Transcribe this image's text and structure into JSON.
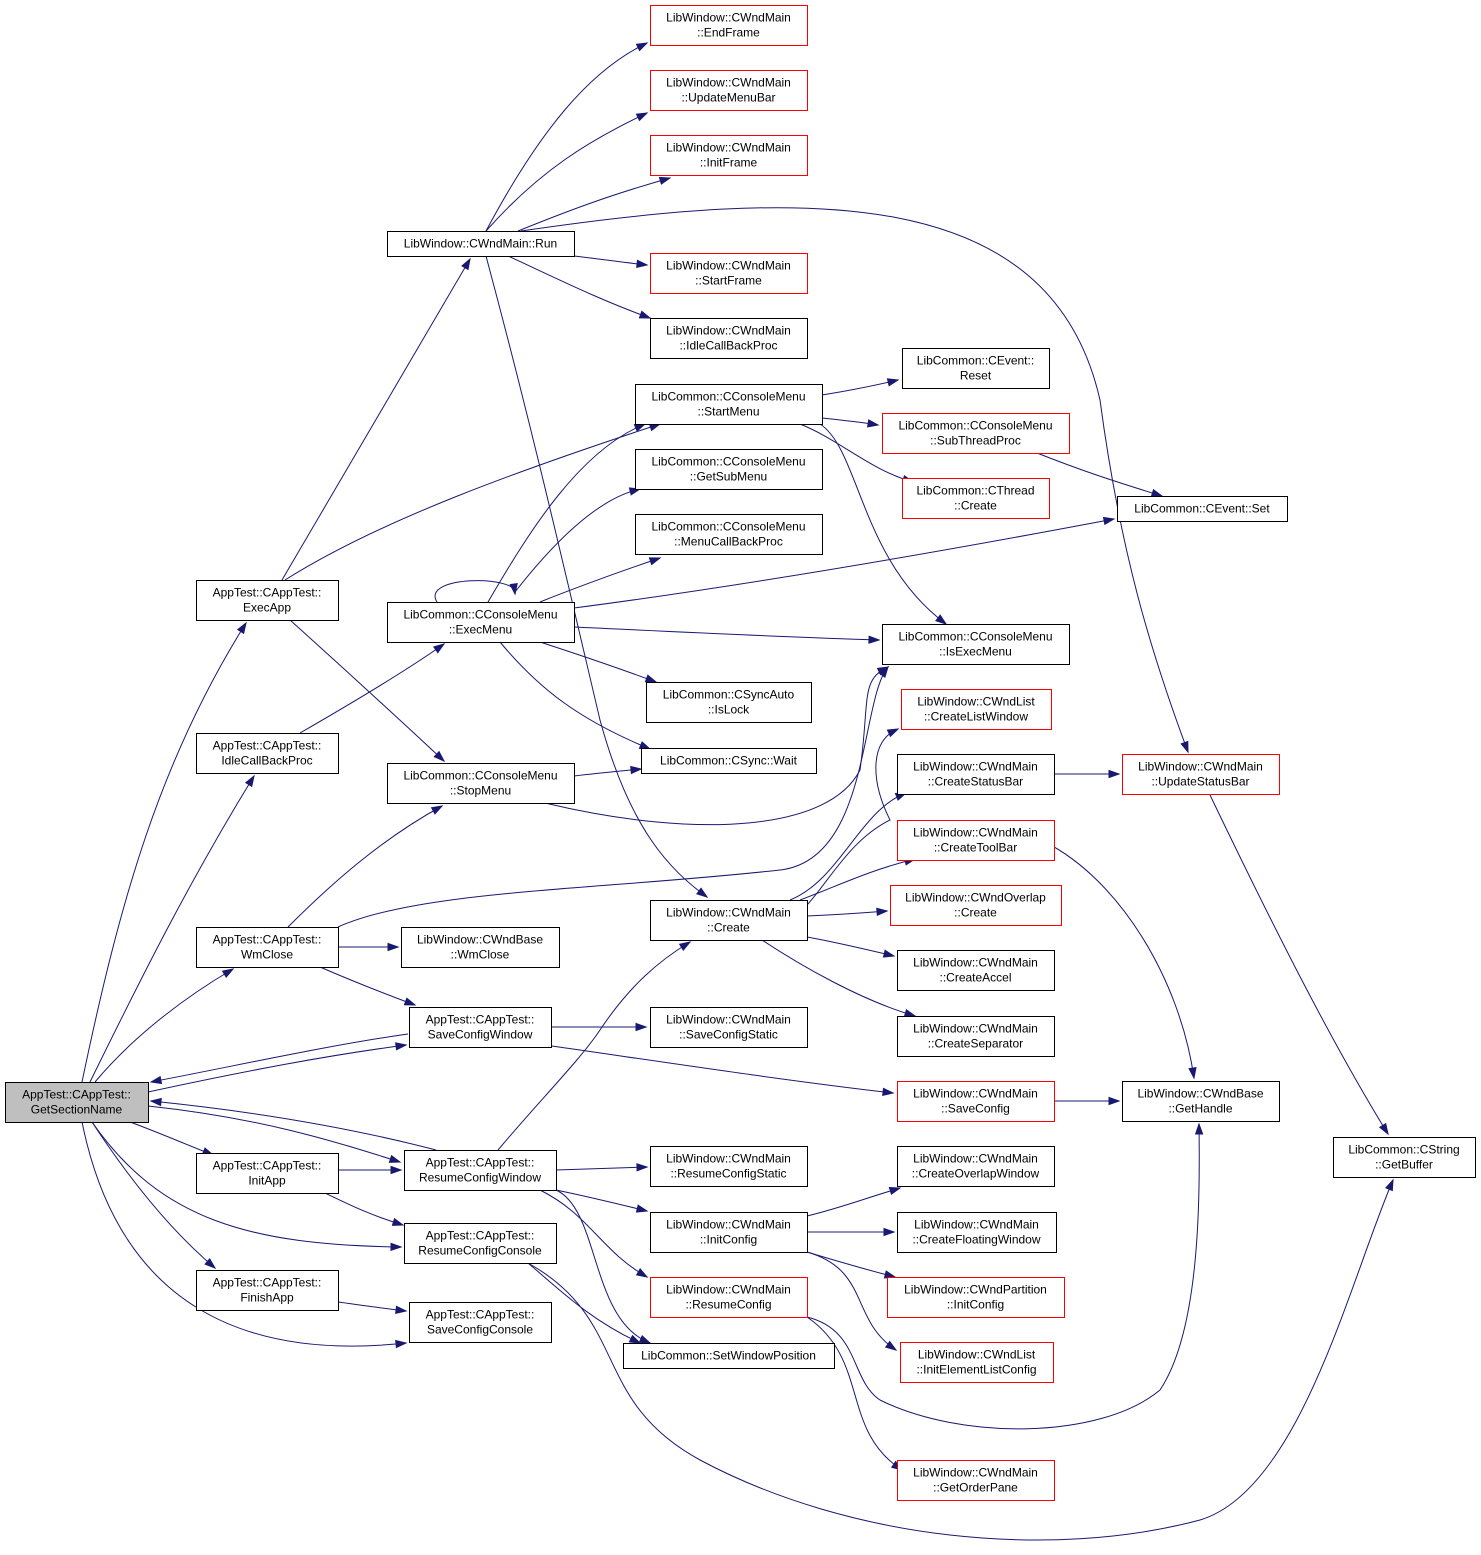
{
  "colors": {
    "edge": "#191970",
    "truncated_border": "#ff0000",
    "normal_border": "#000000",
    "root_fill": "#bfbfbf"
  },
  "nodes": [
    {
      "id": "getsectionname",
      "lines": [
        "AppTest::CAppTest::",
        "GetSectionName"
      ],
      "root": true
    },
    {
      "id": "execapp",
      "lines": [
        "AppTest::CAppTest::",
        "ExecApp"
      ]
    },
    {
      "id": "idlecallback_app",
      "lines": [
        "AppTest::CAppTest::",
        "IdleCallBackProc"
      ]
    },
    {
      "id": "wmclose_app",
      "lines": [
        "AppTest::CAppTest::",
        "WmClose"
      ]
    },
    {
      "id": "initapp",
      "lines": [
        "AppTest::CAppTest::",
        "InitApp"
      ]
    },
    {
      "id": "finishapp",
      "lines": [
        "AppTest::CAppTest::",
        "FinishApp"
      ]
    },
    {
      "id": "run",
      "lines": [
        "LibWindow::CWndMain::Run"
      ]
    },
    {
      "id": "execmenu",
      "lines": [
        "LibCommon::CConsoleMenu",
        "::ExecMenu"
      ]
    },
    {
      "id": "stopmenu",
      "lines": [
        "LibCommon::CConsoleMenu",
        "::StopMenu"
      ]
    },
    {
      "id": "saveconfigwindow",
      "lines": [
        "AppTest::CAppTest::",
        "SaveConfigWindow"
      ]
    },
    {
      "id": "resumeconfigwindow",
      "lines": [
        "AppTest::CAppTest::",
        "ResumeConfigWindow"
      ]
    },
    {
      "id": "resumeconfigconsole",
      "lines": [
        "AppTest::CAppTest::",
        "ResumeConfigConsole"
      ]
    },
    {
      "id": "saveconfigconsole",
      "lines": [
        "AppTest::CAppTest::",
        "SaveConfigConsole"
      ]
    },
    {
      "id": "wndbase_wmclose",
      "lines": [
        "LibWindow::CWndBase",
        "::WmClose"
      ]
    },
    {
      "id": "endframe",
      "lines": [
        "LibWindow::CWndMain",
        "::EndFrame"
      ],
      "truncated": true
    },
    {
      "id": "updatemenubar",
      "lines": [
        "LibWindow::CWndMain",
        "::UpdateMenuBar"
      ],
      "truncated": true
    },
    {
      "id": "initframe",
      "lines": [
        "LibWindow::CWndMain",
        "::InitFrame"
      ],
      "truncated": true
    },
    {
      "id": "startframe",
      "lines": [
        "LibWindow::CWndMain",
        "::StartFrame"
      ],
      "truncated": true
    },
    {
      "id": "idlecallback_wnd",
      "lines": [
        "LibWindow::CWndMain",
        "::IdleCallBackProc"
      ]
    },
    {
      "id": "startmenu",
      "lines": [
        "LibCommon::CConsoleMenu",
        "::StartMenu"
      ]
    },
    {
      "id": "getsubmenu",
      "lines": [
        "LibCommon::CConsoleMenu",
        "::GetSubMenu"
      ]
    },
    {
      "id": "menucallback",
      "lines": [
        "LibCommon::CConsoleMenu",
        "::MenuCallBackProc"
      ]
    },
    {
      "id": "islock",
      "lines": [
        "LibCommon::CSyncAuto",
        "::IsLock"
      ]
    },
    {
      "id": "wait",
      "lines": [
        "LibCommon::CSync::Wait"
      ]
    },
    {
      "id": "create",
      "lines": [
        "LibWindow::CWndMain",
        "::Create"
      ]
    },
    {
      "id": "saveconfigstatic",
      "lines": [
        "LibWindow::CWndMain",
        "::SaveConfigStatic"
      ]
    },
    {
      "id": "resumeconfigstatic",
      "lines": [
        "LibWindow::CWndMain",
        "::ResumeConfigStatic"
      ]
    },
    {
      "id": "initconfig",
      "lines": [
        "LibWindow::CWndMain",
        "::InitConfig"
      ]
    },
    {
      "id": "resumeconfig",
      "lines": [
        "LibWindow::CWndMain",
        "::ResumeConfig"
      ],
      "truncated": true
    },
    {
      "id": "setwindowposition",
      "lines": [
        "LibCommon::SetWindowPosition"
      ]
    },
    {
      "id": "event_reset",
      "lines": [
        "LibCommon::CEvent::",
        "Reset"
      ]
    },
    {
      "id": "subthreadproc",
      "lines": [
        "LibCommon::CConsoleMenu",
        "::SubThreadProc"
      ],
      "truncated": true
    },
    {
      "id": "thread_create",
      "lines": [
        "LibCommon::CThread",
        "::Create"
      ],
      "truncated": true
    },
    {
      "id": "isexecmenu",
      "lines": [
        "LibCommon::CConsoleMenu",
        "::IsExecMenu"
      ]
    },
    {
      "id": "createlistwindow",
      "lines": [
        "LibWindow::CWndList",
        "::CreateListWindow"
      ],
      "truncated": true
    },
    {
      "id": "createstatusbar",
      "lines": [
        "LibWindow::CWndMain",
        "::CreateStatusBar"
      ]
    },
    {
      "id": "createtoolbar",
      "lines": [
        "LibWindow::CWndMain",
        "::CreateToolBar"
      ],
      "truncated": true
    },
    {
      "id": "overlap_create",
      "lines": [
        "LibWindow::CWndOverlap",
        "::Create"
      ],
      "truncated": true
    },
    {
      "id": "createaccel",
      "lines": [
        "LibWindow::CWndMain",
        "::CreateAccel"
      ]
    },
    {
      "id": "createseparator",
      "lines": [
        "LibWindow::CWndMain",
        "::CreateSeparator"
      ]
    },
    {
      "id": "saveconfig",
      "lines": [
        "LibWindow::CWndMain",
        "::SaveConfig"
      ],
      "truncated": true
    },
    {
      "id": "createoverlapwindow",
      "lines": [
        "LibWindow::CWndMain",
        "::CreateOverlapWindow"
      ]
    },
    {
      "id": "createfloatingwindow",
      "lines": [
        "LibWindow::CWndMain",
        "::CreateFloatingWindow"
      ]
    },
    {
      "id": "partition_initconfig",
      "lines": [
        "LibWindow::CWndPartition",
        "::InitConfig"
      ],
      "truncated": true
    },
    {
      "id": "initelementlistconfig",
      "lines": [
        "LibWindow::CWndList",
        "::InitElementListConfig"
      ],
      "truncated": true
    },
    {
      "id": "getorderpane",
      "lines": [
        "LibWindow::CWndMain",
        "::GetOrderPane"
      ],
      "truncated": true
    },
    {
      "id": "event_set",
      "lines": [
        "LibCommon::CEvent::Set"
      ]
    },
    {
      "id": "updatestatusbar",
      "lines": [
        "LibWindow::CWndMain",
        "::UpdateStatusBar"
      ],
      "truncated": true
    },
    {
      "id": "gethandle",
      "lines": [
        "LibWindow::CWndBase",
        "::GetHandle"
      ]
    },
    {
      "id": "getbuffer",
      "lines": [
        "LibCommon::CString",
        "::GetBuffer"
      ]
    }
  ]
}
